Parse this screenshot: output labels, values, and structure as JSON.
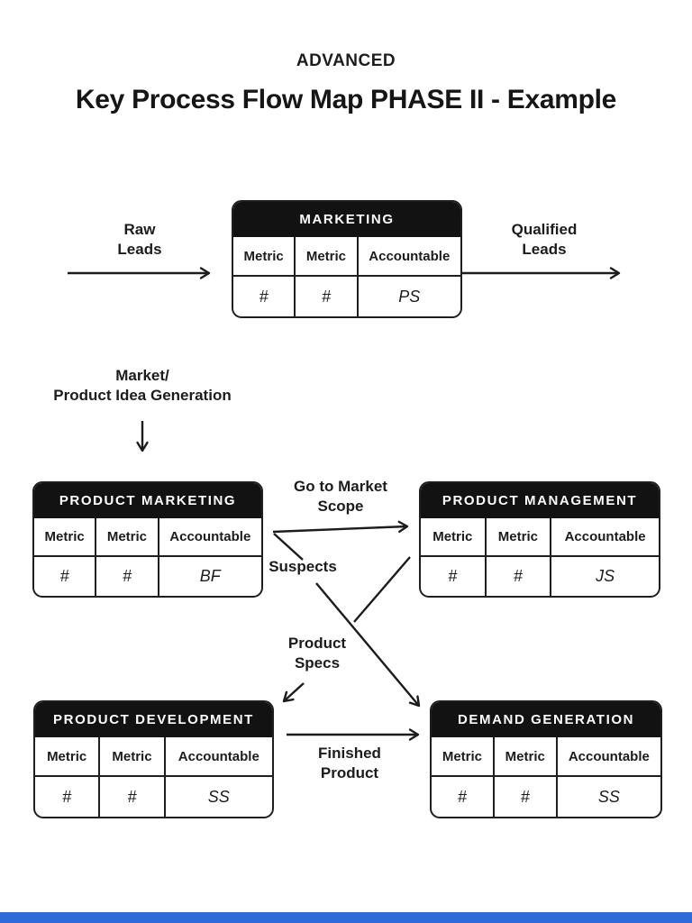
{
  "header": {
    "kicker": "ADVANCED",
    "title": "Key Process Flow Map PHASE II - Example"
  },
  "tables": [
    {
      "id": "marketing",
      "title": "MARKETING",
      "columns": [
        "Metric",
        "Metric",
        "Accountable"
      ],
      "values": [
        "#",
        "#",
        "PS"
      ]
    },
    {
      "id": "product-marketing",
      "title": "PRODUCT MARKETING",
      "columns": [
        "Metric",
        "Metric",
        "Accountable"
      ],
      "values": [
        "#",
        "#",
        "BF"
      ]
    },
    {
      "id": "product-management",
      "title": "PRODUCT MANAGEMENT",
      "columns": [
        "Metric",
        "Metric",
        "Accountable"
      ],
      "values": [
        "#",
        "#",
        "JS"
      ]
    },
    {
      "id": "product-development",
      "title": "PRODUCT DEVELOPMENT",
      "columns": [
        "Metric",
        "Metric",
        "Accountable"
      ],
      "values": [
        "#",
        "#",
        "SS"
      ]
    },
    {
      "id": "demand-generation",
      "title": "DEMAND GENERATION",
      "columns": [
        "Metric",
        "Metric",
        "Accountable"
      ],
      "values": [
        "#",
        "#",
        "SS"
      ]
    }
  ],
  "flow_labels": {
    "raw_leads": {
      "line1": "Raw",
      "line2": "Leads"
    },
    "qualified_leads": {
      "line1": "Qualified",
      "line2": "Leads"
    },
    "idea_generation": {
      "line1": "Market/",
      "line2": "Product Idea Generation"
    },
    "go_to_market": {
      "line1": "Go to Market",
      "line2": "Scope"
    },
    "suspects": {
      "line1": "Suspects"
    },
    "product_specs": {
      "line1": "Product",
      "line2": "Specs"
    },
    "finished_product": {
      "line1": "Finished",
      "line2": "Product"
    }
  },
  "colors": {
    "table_header_bg": "#121212",
    "arrow_line": "#1c1c1c",
    "accent_bar": "#2e6bd9"
  }
}
